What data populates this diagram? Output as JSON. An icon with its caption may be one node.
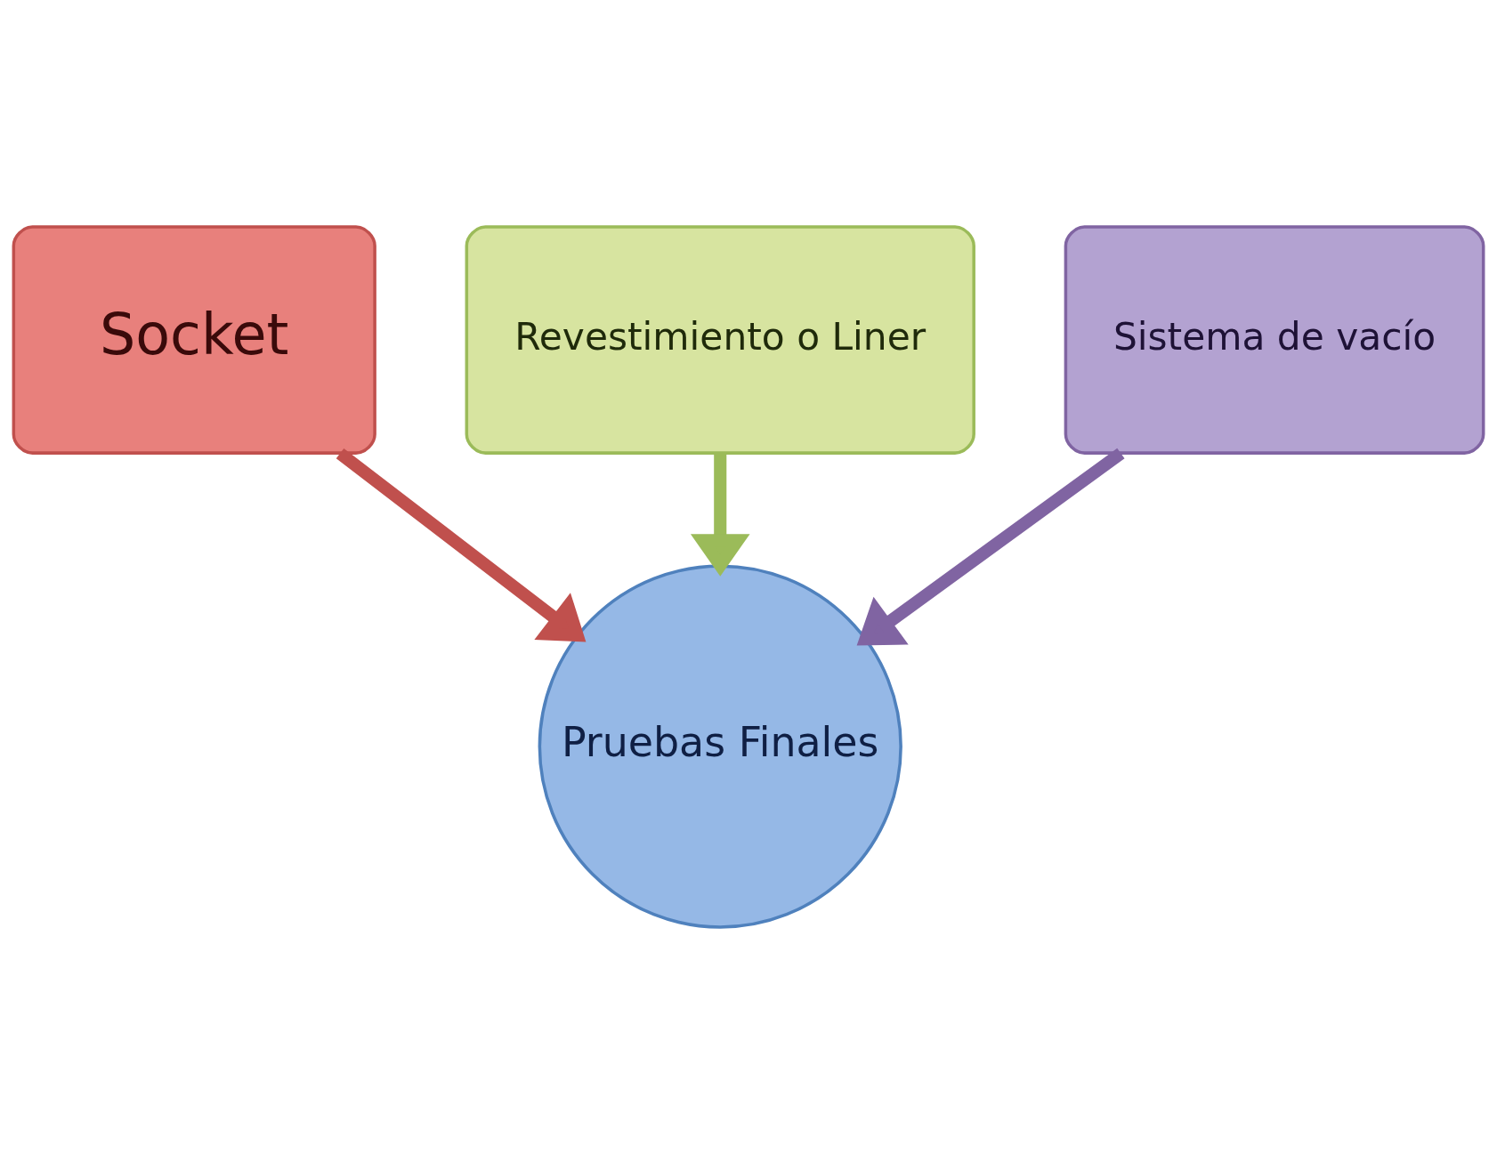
{
  "diagram": {
    "nodes": [
      {
        "text": [
          "Revestimiento o Liner"
        ]
      },
      {
        "text": [
          "Socket"
        ]
      },
      {
        "text": [
          "Sistema de vacío"
        ]
      },
      {
        "text": [
          "Pruebas Finales"
        ]
      }
    ],
    "edges": [
      {
        "from": 0,
        "to": 3,
        "arrow": "to",
        "color": "#9bbb59"
      },
      {
        "from": 1,
        "to": 3,
        "arrow": "to",
        "color": "#c0504d"
      },
      {
        "from": 2,
        "to": 3,
        "arrow": "to",
        "color": "#8064a2"
      }
    ]
  }
}
